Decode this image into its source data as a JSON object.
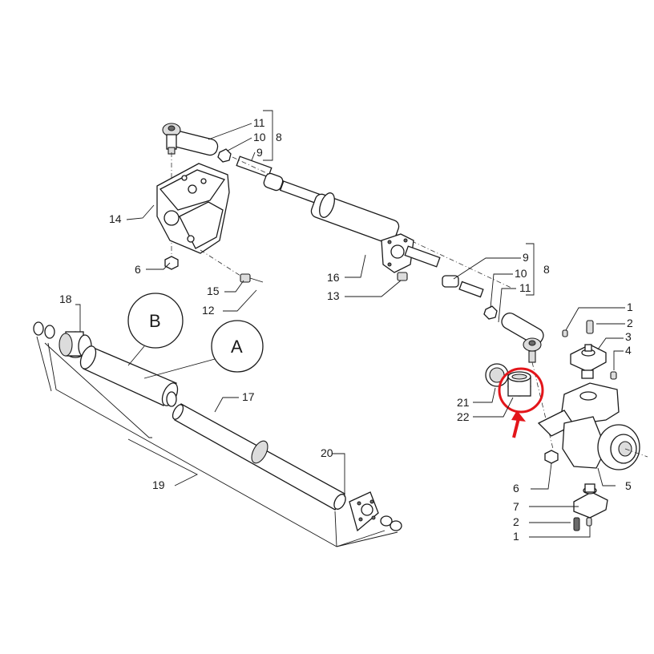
{
  "callouts": {
    "A": "A",
    "B": "B"
  },
  "labels": {
    "l11_top": "11",
    "l10_top": "10",
    "l9_top": "9",
    "l8_top": "8",
    "l14": "14",
    "l6_left": "6",
    "l15": "15",
    "l12": "12",
    "l16": "16",
    "l13": "13",
    "l9_right": "9",
    "l10_right": "10",
    "l11_right": "11",
    "l8_right": "8",
    "l1_top": "1",
    "l2_top": "2",
    "l3": "3",
    "l4": "4",
    "l21": "21",
    "l22": "22",
    "l5": "5",
    "l6_right": "6",
    "l7": "7",
    "l2_bottom": "2",
    "l1_bottom": "1",
    "l18": "18",
    "l17": "17",
    "l19": "19",
    "l20": "20"
  },
  "colors": {
    "line": "#1a1a1a",
    "highlight": "#e3151a",
    "shade": "#dcdcdc"
  },
  "highlight": {
    "target_part": "22",
    "marker": "red-circle-and-arrow"
  }
}
